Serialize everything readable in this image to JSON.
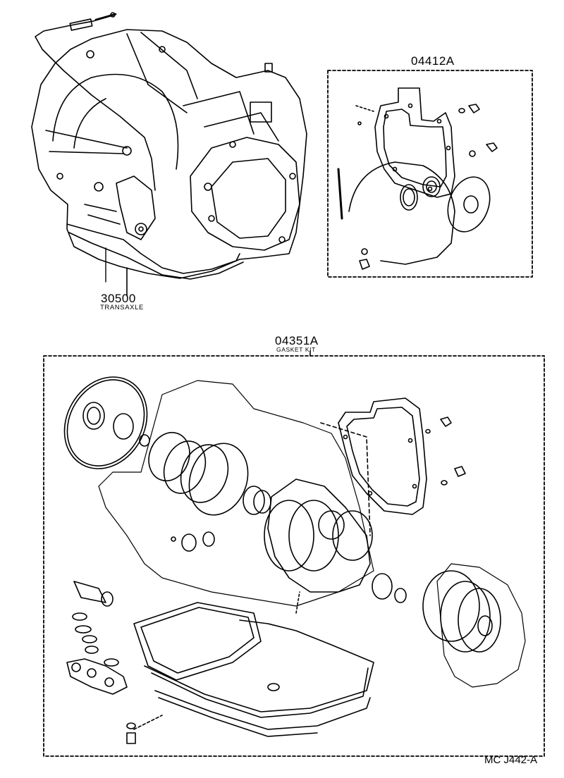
{
  "parts": {
    "transaxle": {
      "code": "30500",
      "name": "TRANSAXLE"
    },
    "seal_kit": {
      "code": "04412A"
    },
    "gasket_kit": {
      "code": "04351A",
      "name": "GASKET KIT"
    }
  },
  "drawing_number": "MC J442-A"
}
